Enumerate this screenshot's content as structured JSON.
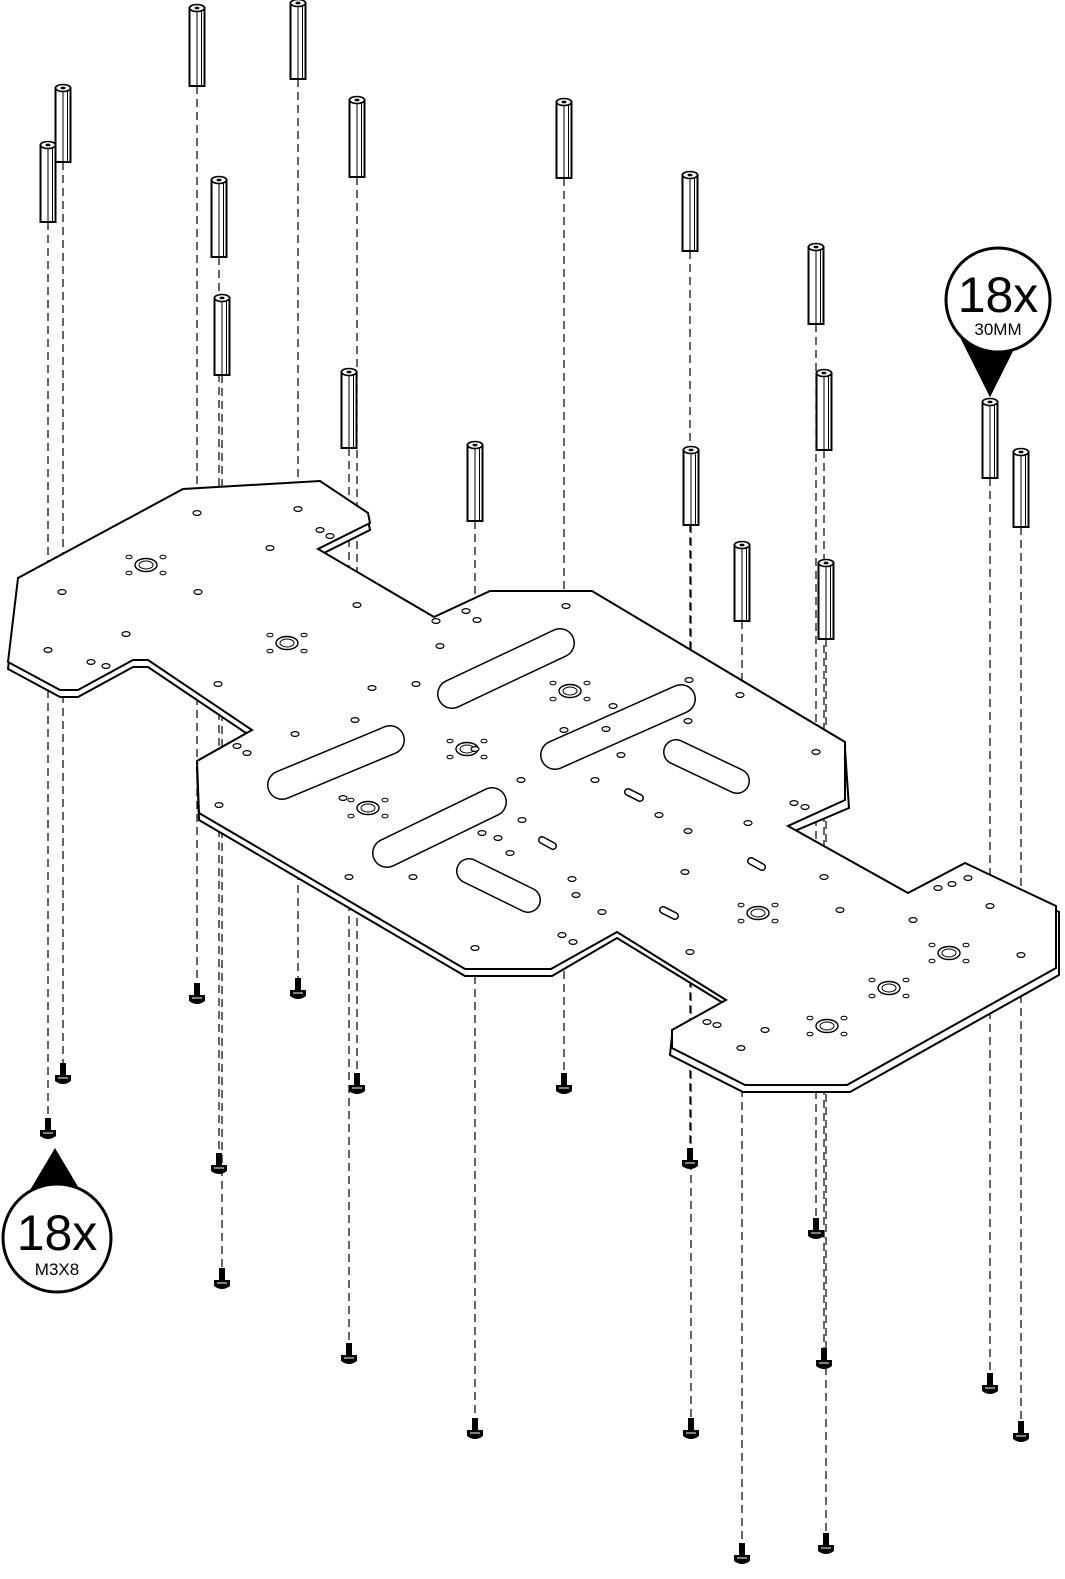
{
  "callouts": {
    "standoff": {
      "count": "18x",
      "spec": "30MM"
    },
    "screw": {
      "count": "18x",
      "spec": "M3X8"
    }
  },
  "colors": {
    "line": "#000000",
    "fill": "#ffffff"
  },
  "icons": [
    "hex-standoff-icon",
    "m3-screw-icon",
    "base-plate-icon"
  ]
}
